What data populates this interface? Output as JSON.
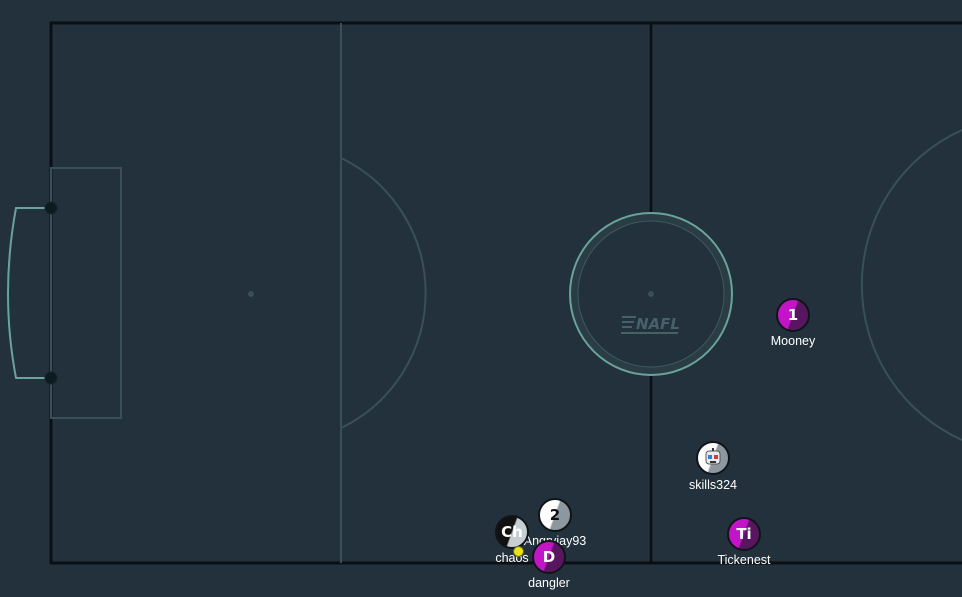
{
  "field": {
    "background": "#22313b",
    "line_color": "#0b0f12",
    "marking_color": "#3a5059",
    "goal_color": "#6aa39b",
    "logo_text": "NAFL"
  },
  "players": [
    {
      "id": "mooney",
      "name": "Mooney",
      "initials": "1",
      "team": "purple"
    },
    {
      "id": "skills324",
      "name": "skills324",
      "initials": "",
      "team": "white"
    },
    {
      "id": "tickenest",
      "name": "Tickenest",
      "initials": "Ti",
      "team": "purple"
    },
    {
      "id": "angryjay93",
      "name": "Angryjay93",
      "initials": "2",
      "team": "white"
    },
    {
      "id": "chaos",
      "name": "chaos",
      "initials": "Ch",
      "team": "mixed"
    },
    {
      "id": "dangler",
      "name": "dangler",
      "initials": "D",
      "team": "purple"
    }
  ],
  "ball": {
    "color": "#e8e21a"
  }
}
